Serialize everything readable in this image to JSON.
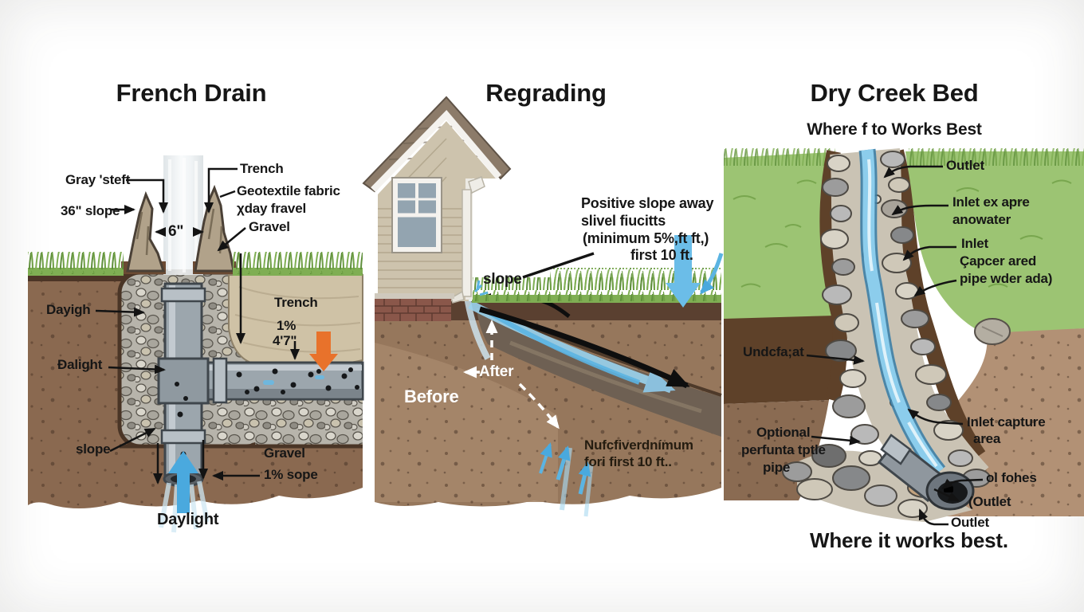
{
  "colors": {
    "accent_orange": "#e8722b",
    "water_blue": "#4aa9de",
    "water_blue_light": "#9bd4ef",
    "soil_brown": "#8a6950",
    "soil_dark": "#4c3526",
    "soil_tan": "#b29175",
    "grass_green": "#7fae53",
    "lawn_green": "#9cc473",
    "gravel_gray": "#b7b4ab",
    "pipe_gray": "#9ca6ad",
    "fabric_tan": "#cfc2a6",
    "text_black": "#161616"
  },
  "french_drain": {
    "title": "French Drain",
    "labels": {
      "gray_steft": "Gray 'steft",
      "slope_36": "36\" slope",
      "six_inch": "6\"",
      "trench_top": "Trench",
      "geotextile_line1": "Geotextile fabric",
      "geotextile_line2": "χday fravel",
      "gravel_top": "Gravel",
      "dayigh": "Dayigh",
      "trench_mid": "Trench",
      "one_percent": "1%",
      "four_seven": "4'7\"",
      "dalight": "Ðalight",
      "slope_low": "slope",
      "gravel_low": "Gravel",
      "one_percent_slope": "1% sope",
      "daylight": "Daylight"
    }
  },
  "regrading": {
    "title": "Regrading",
    "note_line1": "Positive slope away",
    "note_line2": "slivel fiucitts",
    "note_line3": "(minimum 5%,ft ft,)",
    "note_line4": "first 10 ft.",
    "slope": "slope",
    "after": "After",
    "before": "Before",
    "bottom_line1": "Nufcfiverdnímum",
    "bottom_line2": "fori first 10 ft.."
  },
  "dry_creek": {
    "title": "Dry Creek Bed",
    "subtitle": "Where f to Works Best",
    "labels": {
      "outlet_top": "Outlet",
      "inlet_ex_line1": "Inlet ex apre",
      "inlet_ex_line2": "anowater",
      "inlet2_line1": "Inlet",
      "inlet2_line2": "Çapcer ared",
      "inlet2_line3": "pipe wder ada)",
      "underlayment": "Undcfa;at",
      "inlet_capture_line1": "Inlet capture",
      "inlet_capture_line2": "area",
      "optional_line1": "Optional",
      "optional_line2": "perfunta tptle",
      "optional_line3": "pipe",
      "ol_fohes": "ol fohes",
      "outlet_paren": "(Outlet",
      "outlet_bottom": "Outlet",
      "caption": "Where it works best."
    }
  }
}
